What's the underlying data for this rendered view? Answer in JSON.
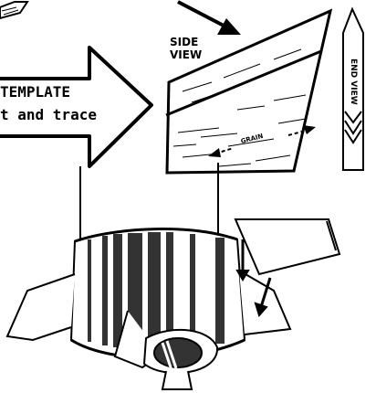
{
  "labels": {
    "side_view_line1": "SIDE",
    "side_view_line2": "VIEW",
    "grain": "GRAIN",
    "end_view": "END VIEW",
    "template_line1": "TEMPLATE",
    "template_line2": "t and trace"
  },
  "colors": {
    "ink": "#000000",
    "paper": "#ffffff",
    "shade": "#333333"
  }
}
